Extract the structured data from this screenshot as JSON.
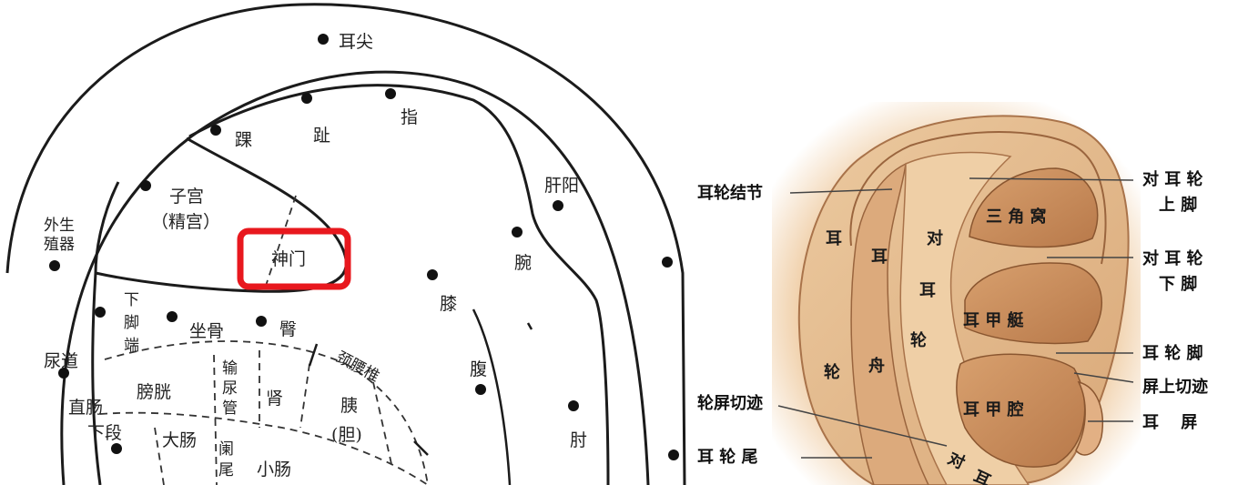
{
  "left_diagram": {
    "points": {
      "ear_apex": "耳尖",
      "heel": "踝",
      "toe": "趾",
      "finger": "指",
      "liver_yang": "肝阳",
      "uterus": "子宫",
      "uterus_alt": "（精宫）",
      "external_genitals": "外生殖器",
      "shenmen": "神门",
      "lower_foot": "下脚端",
      "sciatic": "坐骨",
      "hip": "臀",
      "knee": "膝",
      "wrist": "腕",
      "abdomen": "腹",
      "urethra": "尿道",
      "rectum": "直肠下段",
      "bladder": "膀胱",
      "ureter": "输尿管",
      "kidney": "肾",
      "pancreas": "胰",
      "pancreas_alt": "(胆)",
      "neck_lumbar": "颈腰椎",
      "large_intestine": "大肠",
      "appendix": "阑尾",
      "small_intestine": "小肠",
      "elbow": "肘"
    },
    "highlight_color": "#e8181e"
  },
  "right_diagram": {
    "regions": {
      "ear_1": "耳",
      "ear_2": "耳",
      "helix_char": "轮",
      "scapha": "舟",
      "anti_1": "对",
      "anti_2": "耳",
      "anti_3": "轮",
      "triangular_fossa": "三 角 窝",
      "cymba_conchae": "耳 甲 艇",
      "cavum_conchae": "耳 甲 腔",
      "antitragus_1": "对",
      "antitragus_2": "耳"
    },
    "labels": {
      "helix_tubercle": "耳轮结节",
      "intertragic_notch": "轮屏切迹",
      "helix_tail": "耳 轮 尾",
      "sup_crus_1": "对 耳 轮",
      "sup_crus_2": "上 脚",
      "inf_crus_1": "对 耳 轮",
      "inf_crus_2": "下 脚",
      "helix_crus": "耳 轮 脚",
      "supratragic_notch": "屏上切迹",
      "tragus": "耳　 屏"
    },
    "skin_color": "#e9c49a"
  }
}
